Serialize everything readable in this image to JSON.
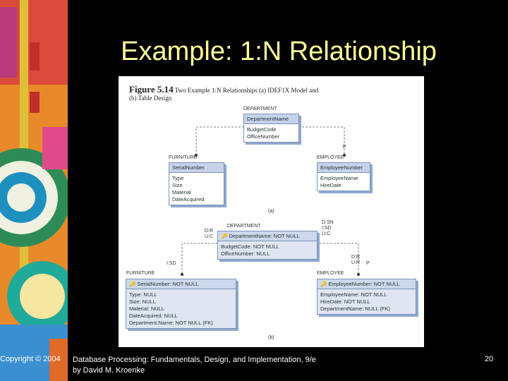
{
  "title": "Example: 1:N Relationship",
  "figure": {
    "caption_bold": "Figure 5.14",
    "caption_line1": "Two Example 1:N Relationships (a) IDEF1X Model and",
    "caption_line2": "(b) Table Design",
    "idef1x": {
      "department": {
        "label": "DEPARTMENT",
        "key": "DepartmentName",
        "attrs": [
          "BudgetCode",
          "OfficeNumber"
        ]
      },
      "furniture": {
        "label": "FURNITURE",
        "key": "SerialNumber",
        "attrs": [
          "Type",
          "Size",
          "Material",
          "DateAcquired"
        ]
      },
      "employee": {
        "label": "EMPLOYEE",
        "key": "EmployeeNumber",
        "attrs": [
          "EmployeeName",
          "HireDate"
        ]
      },
      "p_label": "P",
      "part_label": "(a)"
    },
    "table_design": {
      "department": {
        "label": "DEPARTMENT",
        "key": "DepartmentName: NOT NULL",
        "attrs": [
          "BudgetCode: NOT NULL",
          "OfficeNumber: NULL"
        ]
      },
      "furniture": {
        "label": "FURNITURE",
        "key": "SerialNumber: NOT NULL",
        "attrs": [
          "Type: NULL",
          "Size: NULL",
          "Material: NULL",
          "DateAcquired: NULL",
          "Department.Name: NOT NULL (FK)"
        ]
      },
      "employee": {
        "label": "EMPLOYEE",
        "key": "EmployeeNumber: NOT NULL",
        "attrs": [
          "EmployeeName: NOT NULL",
          "HireDate: NOT NULL",
          "DepartmentName: NULL (FK)"
        ]
      },
      "dept_left_notes": "D:R\nU:C",
      "dept_right_notes": "D:SN\nI:SD\nU:C",
      "furniture_notes": "I:SD",
      "employee_notes": "D:R\nU:R",
      "p_label": "P",
      "part_label": "(b)"
    }
  },
  "footer": {
    "copyright": "Copyright © 2004",
    "book_title": "Database Processing: Fundamentals, Design, and Implementation, 9/e",
    "author": "by David M. Kroenke",
    "page": "20"
  },
  "colors": {
    "title": "#ffff99",
    "background": "#000000",
    "entity_key_fill": "#c6d3ea",
    "entity_border": "#7a93b8"
  }
}
